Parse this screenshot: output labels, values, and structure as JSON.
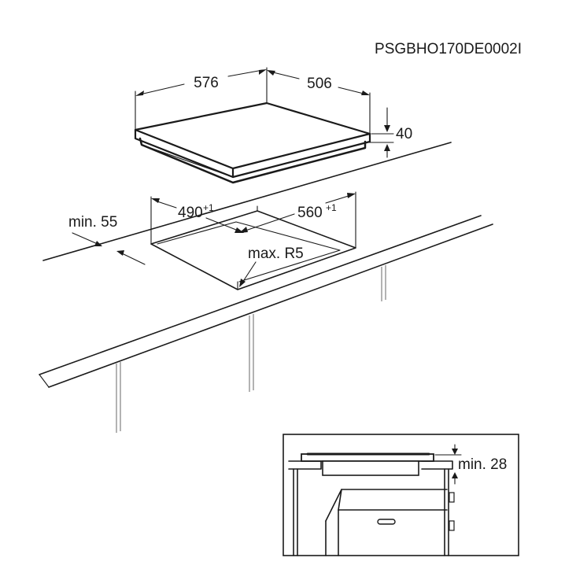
{
  "drawing_code": "PSGBHO170DE0002I",
  "hob": {
    "width": "576",
    "depth": "506",
    "height": "40"
  },
  "cutout": {
    "width": "490",
    "width_tolerance": "+1",
    "depth": "560",
    "depth_tolerance": "+1",
    "min_edge_distance": "min. 55",
    "max_corner_radius": "max. R5"
  },
  "detail": {
    "min_clearance": "min. 28"
  }
}
